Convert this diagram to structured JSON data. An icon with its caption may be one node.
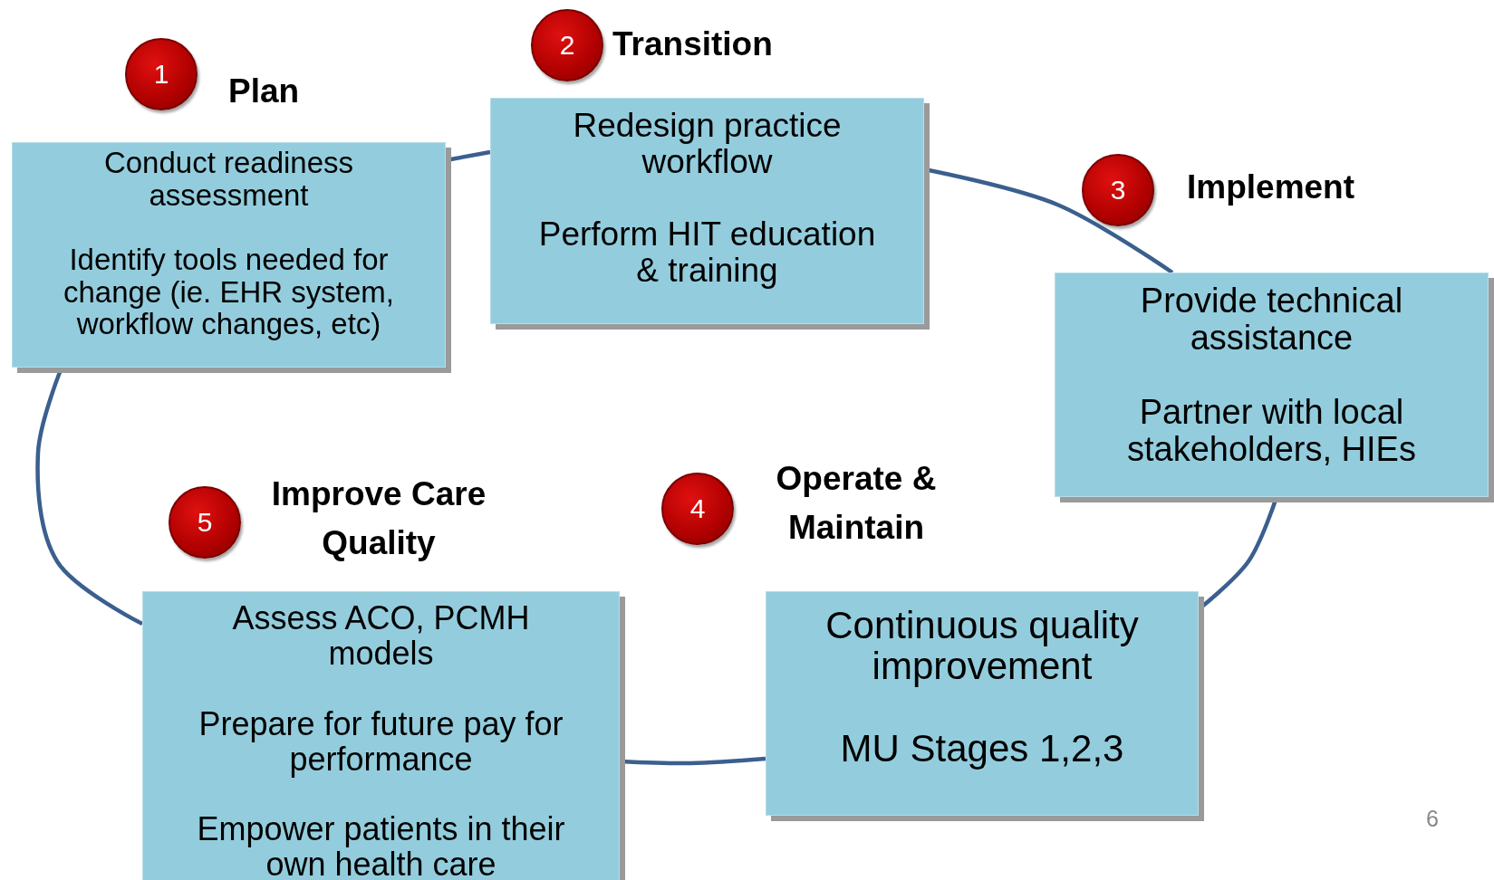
{
  "diagram": {
    "nodes": [
      {
        "text": [
          "1"
        ],
        "beside": [
          "Plan"
        ]
      },
      {
        "text": [
          "Conduct readiness assessment",
          "Identify tools needed for change (ie. EHR system, workflow changes, etc)"
        ]
      },
      {
        "text": [
          "2"
        ],
        "beside": [
          "Transition"
        ]
      },
      {
        "text": [
          "Redesign practice workflow",
          "Perform HIT education & training"
        ]
      },
      {
        "text": [
          "3"
        ],
        "beside": [
          "Implement"
        ]
      },
      {
        "text": [
          "Provide technical assistance",
          "Partner with local stakeholders, HIEs"
        ]
      },
      {
        "text": [
          "4"
        ],
        "beside": [
          "Operate & Maintain"
        ]
      },
      {
        "text": [
          "Continuous quality improvement",
          "MU Stages 1,2,3"
        ]
      },
      {
        "text": [
          "5"
        ],
        "beside": [
          "Improve Care Quality"
        ]
      },
      {
        "text": [
          "Assess ACO, PCMH models",
          "Prepare for future pay for performance",
          "Empower patients in their own health care"
        ]
      }
    ],
    "edges": [
      {
        "from": 1,
        "to": 3,
        "arrow": "none"
      },
      {
        "from": 3,
        "to": 5,
        "arrow": "none"
      },
      {
        "from": 5,
        "to": 7,
        "arrow": "none"
      },
      {
        "from": 7,
        "to": 9,
        "arrow": "none"
      },
      {
        "from": 9,
        "to": 1,
        "arrow": "none"
      }
    ],
    "labels": [
      "6"
    ]
  }
}
